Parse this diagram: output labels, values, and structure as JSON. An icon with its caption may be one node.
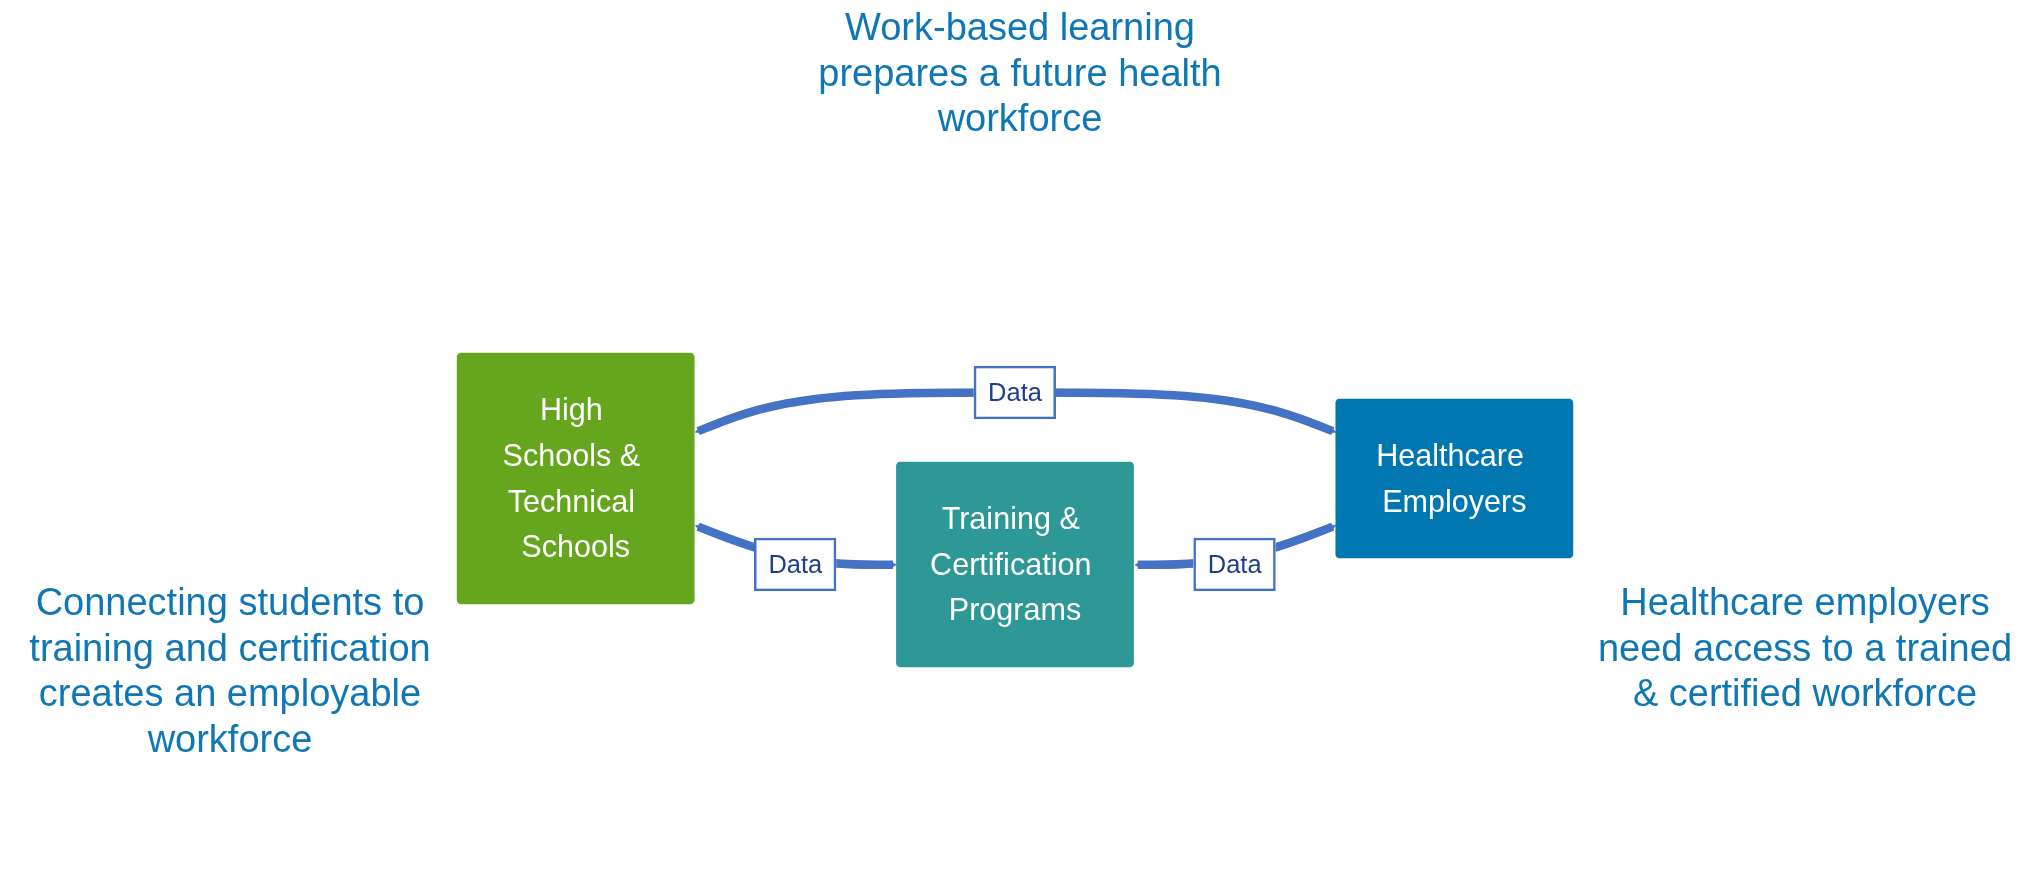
{
  "diagram": {
    "nodes": [
      {
        "text": [
          "High Schools & Technical Schools"
        ]
      },
      {
        "text": [
          "Healthcare Employers"
        ]
      },
      {
        "text": [
          "Training & Certification Programs"
        ]
      }
    ],
    "edges": [
      {
        "from": 0,
        "to": 1,
        "arrow": "both",
        "label": "Data"
      },
      {
        "from": 0,
        "to": 2,
        "arrow": "both",
        "label": "Data"
      },
      {
        "from": 2,
        "to": 1,
        "arrow": "both",
        "label": "Data"
      }
    ],
    "labels": [
      "Work-based learning prepares a future health workforce",
      "Connecting students to training and certification creates an employable workforce",
      "Healthcare employers need access to a trained & certified workforce"
    ]
  }
}
